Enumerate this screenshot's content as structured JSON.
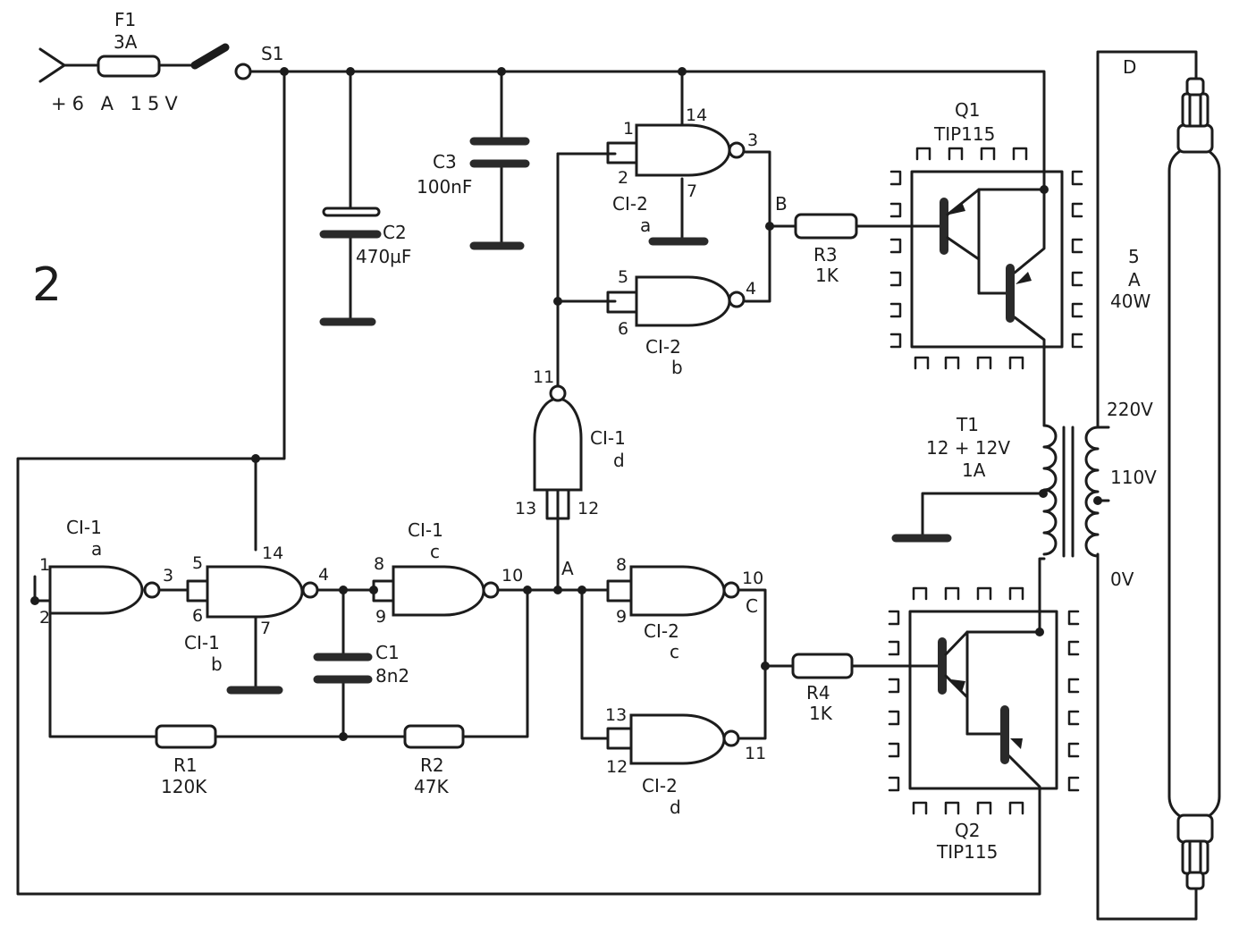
{
  "figure_number": "2",
  "power": {
    "fuse_ref": "F1",
    "fuse_value": "3A",
    "switch_ref": "S1",
    "supply": "+6 A 15V"
  },
  "capacitors": {
    "c1": {
      "ref": "C1",
      "value": "8n2"
    },
    "c2": {
      "ref": "C2",
      "value": "470µF"
    },
    "c3": {
      "ref": "C3",
      "value": "100nF"
    }
  },
  "resistors": {
    "r1": {
      "ref": "R1",
      "value": "120K"
    },
    "r2": {
      "ref": "R2",
      "value": "47K"
    },
    "r3": {
      "ref": "R3",
      "value": "1K"
    },
    "r4": {
      "ref": "R4",
      "value": "1K"
    }
  },
  "gates": {
    "ci1a": {
      "ic": "CI-1",
      "unit": "a"
    },
    "ci1b": {
      "ic": "CI-1",
      "unit": "b"
    },
    "ci1c": {
      "ic": "CI-1",
      "unit": "c"
    },
    "ci1d": {
      "ic": "CI-1",
      "unit": "d"
    },
    "ci2a": {
      "ic": "CI-2",
      "unit": "a"
    },
    "ci2b": {
      "ic": "CI-2",
      "unit": "b"
    },
    "ci2c": {
      "ic": "CI-2",
      "unit": "c"
    },
    "ci2d": {
      "ic": "CI-2",
      "unit": "d"
    }
  },
  "pins": [
    "1",
    "2",
    "3",
    "5",
    "6",
    "14",
    "7",
    "4",
    "8",
    "9",
    "10",
    "11",
    "13",
    "12",
    "1",
    "2",
    "3",
    "14",
    "7",
    "5",
    "6",
    "4",
    "8",
    "9",
    "10",
    "13",
    "12",
    "11"
  ],
  "nodes": {
    "a": "A",
    "b": "B",
    "c": "C",
    "d": "D"
  },
  "transistors": {
    "q1": {
      "ref": "Q1",
      "type": "TIP115"
    },
    "q2": {
      "ref": "Q2",
      "type": "TIP115"
    }
  },
  "transformer": {
    "ref": "T1",
    "rating": "12 + 12V",
    "current": "1A",
    "tap_220": "220V",
    "tap_110": "110V",
    "tap_0": "0V"
  },
  "lamp": {
    "current": "5",
    "unit": "A",
    "power": "40W"
  }
}
